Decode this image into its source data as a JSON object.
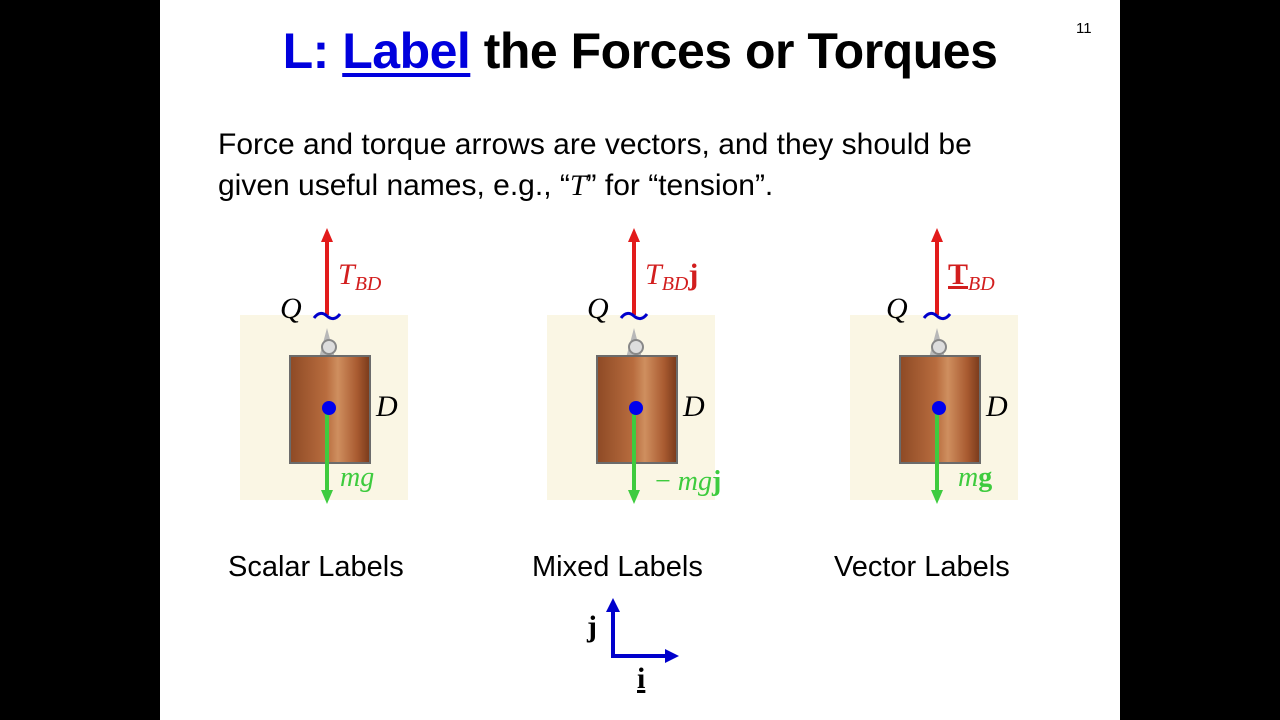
{
  "slide": {
    "page_number": "11",
    "title": {
      "prefix": "L: ",
      "keyword": "Label",
      "rest": " the Forces or Torques"
    },
    "body": {
      "line1": "Force and torque arrows are vectors, and they should be",
      "line2_a": "given useful names, e.g., “",
      "line2_symbol": "T",
      "line2_b": "” for “tension”."
    },
    "figures": [
      {
        "caption": "Scalar Labels",
        "point_label": "Q",
        "body_label": "D",
        "tension": {
          "symbol": "T",
          "subscript": "BD",
          "suffix": ""
        },
        "weight": {
          "prefix": "",
          "symbol": "m",
          "vector": "g",
          "vector_style": "italic",
          "suffix": ""
        }
      },
      {
        "caption": "Mixed Labels",
        "point_label": "Q",
        "body_label": "D",
        "tension": {
          "symbol": "T",
          "subscript": "BD",
          "suffix": "j"
        },
        "weight": {
          "prefix": "− ",
          "symbol": "mg",
          "suffix": "j"
        }
      },
      {
        "caption": "Vector Labels",
        "point_label": "Q",
        "body_label": "D",
        "tension": {
          "symbol": "T",
          "subscript": "BD",
          "suffix": ""
        },
        "weight": {
          "prefix": "",
          "symbol": "m",
          "vector": "g",
          "suffix": ""
        }
      }
    ],
    "axes": {
      "x_label": "i",
      "y_label": "j"
    },
    "colors": {
      "title_blue": "#0000dd",
      "tension_red": "#d21e1e",
      "weight_green": "#3ecb3e",
      "axis_blue": "#0000cc",
      "center_dot": "#0000ee",
      "background": "#000000",
      "slide": "#ffffff"
    }
  }
}
